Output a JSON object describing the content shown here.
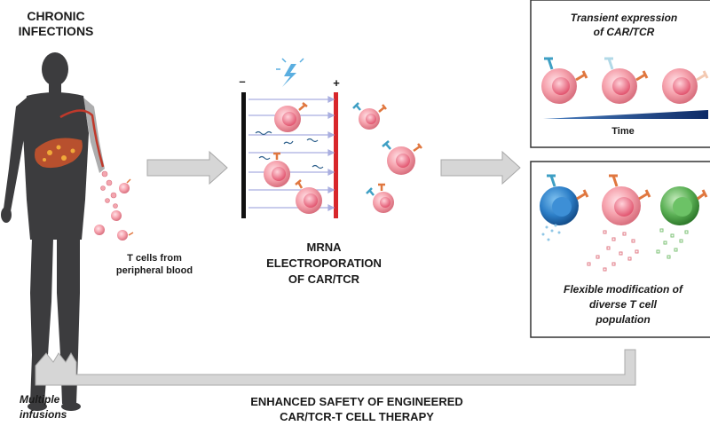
{
  "human": {
    "title_line1": "CHRONIC",
    "title_line2": "INFECTIONS",
    "tcells_line1": "T cells from",
    "tcells_line2": "peripheral blood"
  },
  "electroporation": {
    "minus_sign": "–",
    "plus_sign": "+",
    "label_line1": "MRNA",
    "label_line2": "ELECTROPORATION",
    "label_line3": "OF CAR/TCR"
  },
  "transient_box": {
    "title_line1": "Transient expression",
    "title_line2": "of CAR/TCR",
    "axis_label": "Time"
  },
  "flexible_box": {
    "line1": "Flexible modification of",
    "line2": "diverse T cell",
    "line3": "population"
  },
  "bottom": {
    "infusions_line1": "Multiple",
    "infusions_line2": "infusions",
    "safety_line1": "ENHANCED SAFETY OF ENGINEERED",
    "safety_line2": "CAR/TCR-T CELL THERAPY"
  },
  "colors": {
    "body_dark": "#3c3c3e",
    "cell_pink": "#f08f9c",
    "cell_core": "#e35a72",
    "receptor_orange": "#e0773f",
    "receptor_teal": "#3e9fc4",
    "cell_blue": "#2d7fc8",
    "cell_green": "#5bb055",
    "plate_negative": "#111111",
    "plate_positive": "#d8262b",
    "arrow_gray": "#bfbfbf"
  }
}
